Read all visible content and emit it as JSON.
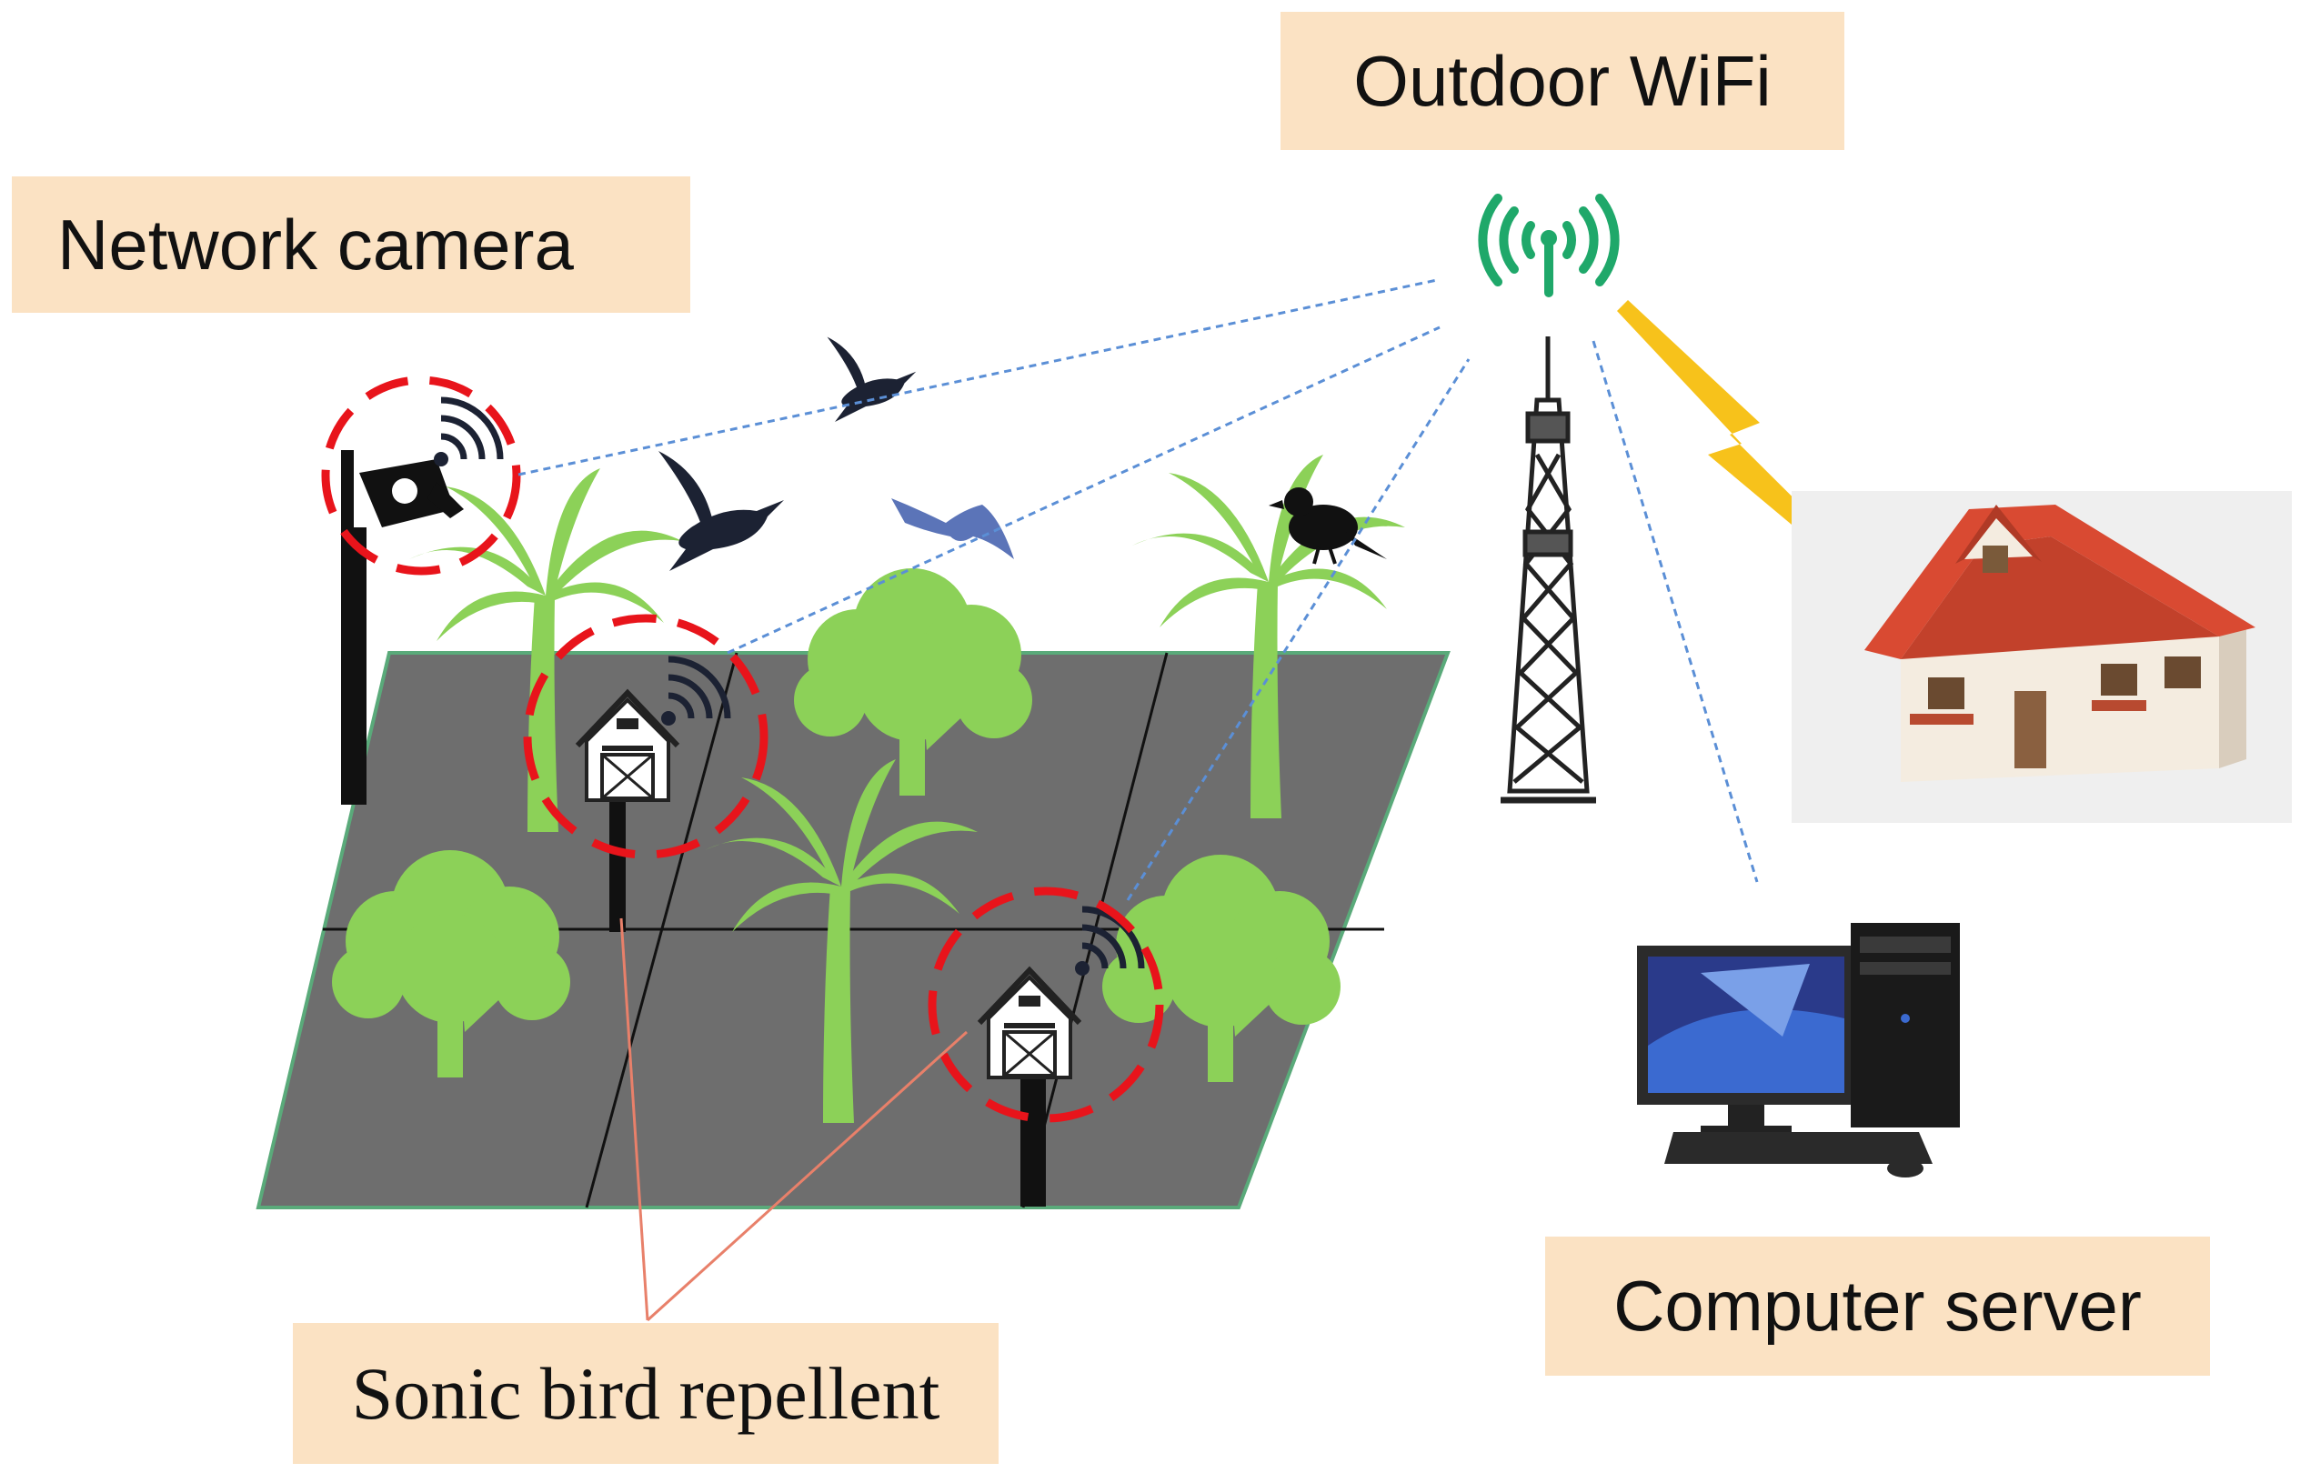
{
  "labels": {
    "outdoor_wifi": "Outdoor WiFi",
    "network_camera": "Network camera",
    "computer_server": "Computer server",
    "sonic_bird_repellent": "Sonic bird repellent"
  },
  "colors": {
    "label_background": "#fbe2c3",
    "field_fill": "#6e6e6e",
    "field_border": "#5aaa7a",
    "tree_green": "#8cd158",
    "dashed_circle": "#e8141b",
    "link_line": "#5b8fd6",
    "repellent_leader": "#e8806a",
    "wifi_green": "#1fa86a",
    "lightning": "#f7c21b",
    "roof_red": "#d94a32"
  },
  "icons": [
    "network-camera-icon",
    "wifi-antenna-icon",
    "radio-tower-icon",
    "house-icon",
    "computer-server-icon",
    "barn-repellent-icon",
    "bird-icon",
    "palm-tree-icon",
    "round-tree-icon",
    "lightning-icon"
  ]
}
